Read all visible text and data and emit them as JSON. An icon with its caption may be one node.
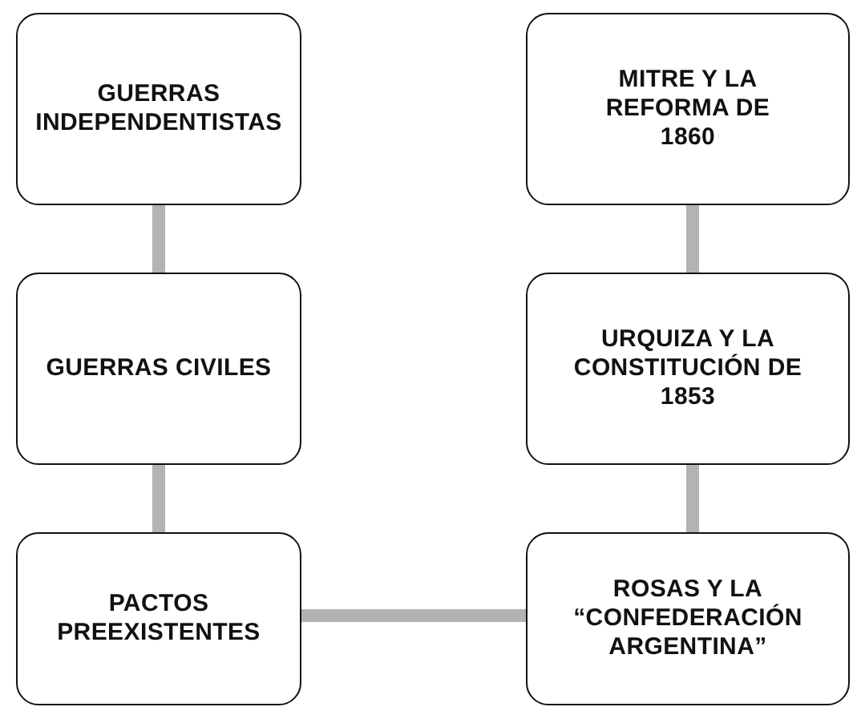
{
  "diagram": {
    "nodes": [
      {
        "text": [
          "GUERRAS INDEPENDENTISTAS"
        ]
      },
      {
        "text": [
          "MITRE Y LA REFORMA DE 1860"
        ]
      },
      {
        "text": [
          "GUERRAS CIVILES"
        ]
      },
      {
        "text": [
          "URQUIZA Y LA CONSTITUCIÓN DE 1853"
        ]
      },
      {
        "text": [
          "PACTOS PREEXISTENTES"
        ]
      },
      {
        "text": [
          "ROSAS Y LA “CONFEDERACIÓN ARGENTINA”"
        ]
      }
    ],
    "edges": [
      {
        "from": 0,
        "to": 2,
        "arrow": "none"
      },
      {
        "from": 2,
        "to": 4,
        "arrow": "none"
      },
      {
        "from": 4,
        "to": 5,
        "arrow": "none"
      },
      {
        "from": 5,
        "to": 3,
        "arrow": "none"
      },
      {
        "from": 3,
        "to": 1,
        "arrow": "none"
      }
    ]
  }
}
